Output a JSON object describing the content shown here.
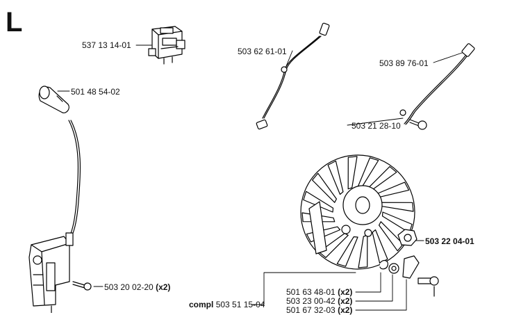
{
  "section_letter": "L",
  "parts": {
    "p1": {
      "number": "537 13 14-01",
      "qty": ""
    },
    "p2": {
      "number": "503 62 61-01",
      "qty": ""
    },
    "p3": {
      "number": "503 89 76-01",
      "qty": ""
    },
    "p4": {
      "number": "501 48 54-02",
      "qty": ""
    },
    "p5": {
      "number": "503 21 28-10",
      "qty": ""
    },
    "p6": {
      "number": "503 22 04-01",
      "qty": ""
    },
    "p7": {
      "number": "503 20 02-20",
      "qty": "(x2)"
    },
    "p8": {
      "number": "501 63 48-01",
      "qty": "(x2)"
    },
    "p9": {
      "number": "503 23 00-42",
      "qty": "(x2)"
    },
    "p10": {
      "number": "501 67 32-03",
      "qty": "(x2)"
    },
    "p11": {
      "prefix": "compl",
      "number": "503 51 15-04",
      "qty": ""
    }
  }
}
